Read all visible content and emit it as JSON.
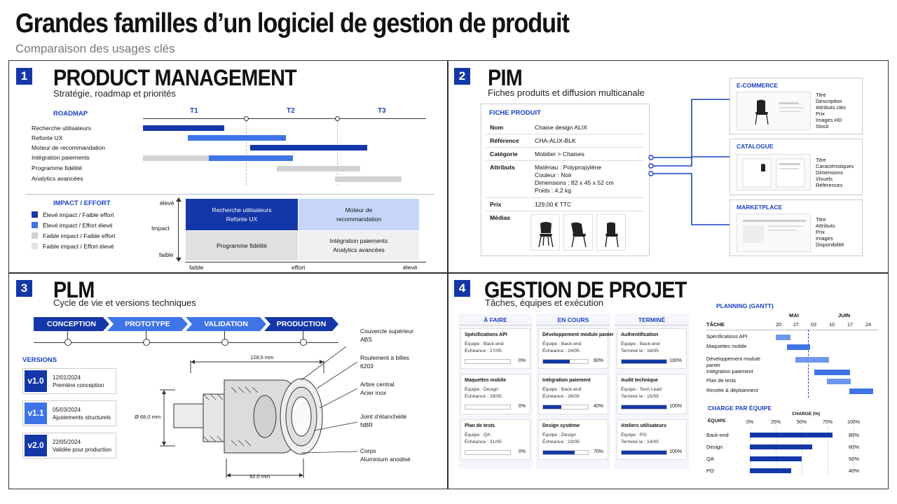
{
  "title": "Grandes familles d’un logiciel de gestion de produit",
  "subtitle": "Comparaison des usages clés",
  "s1": {
    "num": "1",
    "name": "PRODUCT MANAGEMENT",
    "desc": "Stratégie, roadmap et priorités",
    "roadmap_label": "ROADMAP",
    "periods": [
      "T1",
      "T2",
      "T3"
    ],
    "rows": [
      "Recherche utilisateurs",
      "Refonte UX",
      "Moteur de recommandation",
      "Intégration paiements",
      "Programme fidélité",
      "Analytics avancées"
    ],
    "impact_label": "IMPACT / EFFORT",
    "legend": [
      "Élevé impact / Faible effort",
      "Élevé impact / Effort élevé",
      "Faible impact / Faible effort",
      "Faible impact / Effort élevé"
    ],
    "axis": {
      "eleve_y": "élevé",
      "impact": "Impact",
      "faible_y": "faible",
      "faible_x": "faible",
      "effort": "effort",
      "eleve_x": "élevé"
    },
    "q1a": "Recherche utilisateurs",
    "q1b": "Refonte UX",
    "q2a": "Moteur de",
    "q2b": "recommandation",
    "q3": "Programme fidélité",
    "q4a": "Intégration paiements",
    "q4b": "Analytics avancées"
  },
  "s2": {
    "num": "2",
    "name": "PIM",
    "desc": "Fiches produits et diffusion multicanale",
    "fiche": "FICHE PRODUIT",
    "rows": [
      [
        "Nom",
        "Chaise design ALIX"
      ],
      [
        "Référence",
        "CHA-ALIX-BLK"
      ],
      [
        "Catégorie",
        "Mobilier > Chaises"
      ],
      [
        "Attributs",
        "Matériau : Polypropylène"
      ],
      [
        "Prix",
        "129,00 € TTC"
      ],
      [
        "Médias",
        ""
      ]
    ],
    "attr_lines": [
      "Couleur : Noir",
      "Dimensions : 82 x 45 x 52 cm",
      "Poids : 4,2 kg"
    ],
    "channels": [
      {
        "title": "E-COMMERCE",
        "fields": [
          "Titre",
          "Description",
          "Attributs clés",
          "Prix",
          "Images HD",
          "Stock"
        ]
      },
      {
        "title": "CATALOGUE",
        "fields": [
          "Titre",
          "Caractéristiques",
          "Dimensions",
          "Visuels",
          "Références"
        ]
      },
      {
        "title": "MARKETPLACE",
        "fields": [
          "Titre",
          "Attributs",
          "Prix",
          "Images",
          "Disponibilité"
        ]
      }
    ]
  },
  "s3": {
    "num": "3",
    "name": "PLM",
    "desc": "Cycle de vie et versions techniques",
    "phases": [
      "CONCEPTION",
      "PROTOTYPE",
      "VALIDATION",
      "PRODUCTION"
    ],
    "versions_label": "VERSIONS",
    "versions": [
      {
        "v": "v1.0",
        "date": "12/01/2024",
        "text": "Première conception"
      },
      {
        "v": "v1.1",
        "date": "05/03/2024",
        "text": "Ajustements structurels"
      },
      {
        "v": "v2.0",
        "date": "22/05/2024",
        "text": "Validée pour production"
      }
    ],
    "dims": {
      "top": "128,5 mm",
      "left": "Ø 68,0 mm",
      "bottom": "92,0 mm"
    },
    "parts": [
      [
        "Couvercle supérieur",
        "ABS"
      ],
      [
        "Roulement à billes",
        "6203"
      ],
      [
        "Arbre central",
        "Acier inox"
      ],
      [
        "Joint d’étanchéité",
        "NBR"
      ],
      [
        "Corps",
        "Aluminium anodisé"
      ]
    ]
  },
  "s4": {
    "num": "4",
    "name": "GESTION DE PROJET",
    "desc": "Tâches, équipes et exécution",
    "columns": [
      {
        "title": "À FAIRE",
        "cards": [
          {
            "t": "Spécifications API",
            "e": "Équipe : Back-end",
            "d": "Échéance : 27/05",
            "p": "0%",
            "v": 0
          },
          {
            "t": "Maquettes mobile",
            "e": "Équipe : Design",
            "d": "Échéance : 29/05",
            "p": "0%",
            "v": 0
          },
          {
            "t": "Plan de tests",
            "e": "Équipe : QA",
            "d": "Échéance : 31/05",
            "p": "0%",
            "v": 0
          }
        ]
      },
      {
        "title": "EN COURS",
        "cards": [
          {
            "t": "Développement module panier",
            "e": "Équipe : Back-end",
            "d": "Échéance : 24/05",
            "p": "60%",
            "v": 0.6
          },
          {
            "t": "Intégration paiement",
            "e": "Équipe : Back-end",
            "d": "Échéance : 26/05",
            "p": "40%",
            "v": 0.4
          },
          {
            "t": "Design système",
            "e": "Équipe : Design",
            "d": "Échéance : 23/05",
            "p": "70%",
            "v": 0.7
          }
        ]
      },
      {
        "title": "TERMINÉ",
        "cards": [
          {
            "t": "Authentification",
            "e": "Équipe : Back-end",
            "d": "Terminé le : 16/05",
            "p": "100%",
            "v": 1
          },
          {
            "t": "Audit technique",
            "e": "Équipe : Tech Lead",
            "d": "Terminé le : 15/05",
            "p": "100%",
            "v": 1
          },
          {
            "t": "Ateliers utilisateurs",
            "e": "Équipe : PO",
            "d": "Terminé le : 14/05",
            "p": "100%",
            "v": 1
          }
        ]
      }
    ],
    "gantt_label": "PLANNING (GANTT)",
    "months": [
      "MAI",
      "JUIN"
    ],
    "tache": "TÂCHE",
    "days": [
      "20",
      "27",
      "03",
      "10",
      "17",
      "24"
    ],
    "tasks": [
      "Spécifications API",
      "Maquettes mobile",
      "Développement module panier",
      "Intégration paiement",
      "Plan de tests",
      "Recette & déploiement"
    ],
    "charge_label": "CHARGE PAR ÉQUIPE",
    "charge_axis": "CHARGE (%)",
    "equipe": "ÉQUIPE",
    "ticks": [
      "0%",
      "25%",
      "50%",
      "75%",
      "100%"
    ],
    "teams": [
      {
        "n": "Back-end",
        "v": 80,
        "p": "80%"
      },
      {
        "n": "Design",
        "v": 60,
        "p": "60%"
      },
      {
        "n": "QA",
        "v": 50,
        "p": "50%"
      },
      {
        "n": "PO",
        "v": 40,
        "p": "40%"
      }
    ]
  }
}
